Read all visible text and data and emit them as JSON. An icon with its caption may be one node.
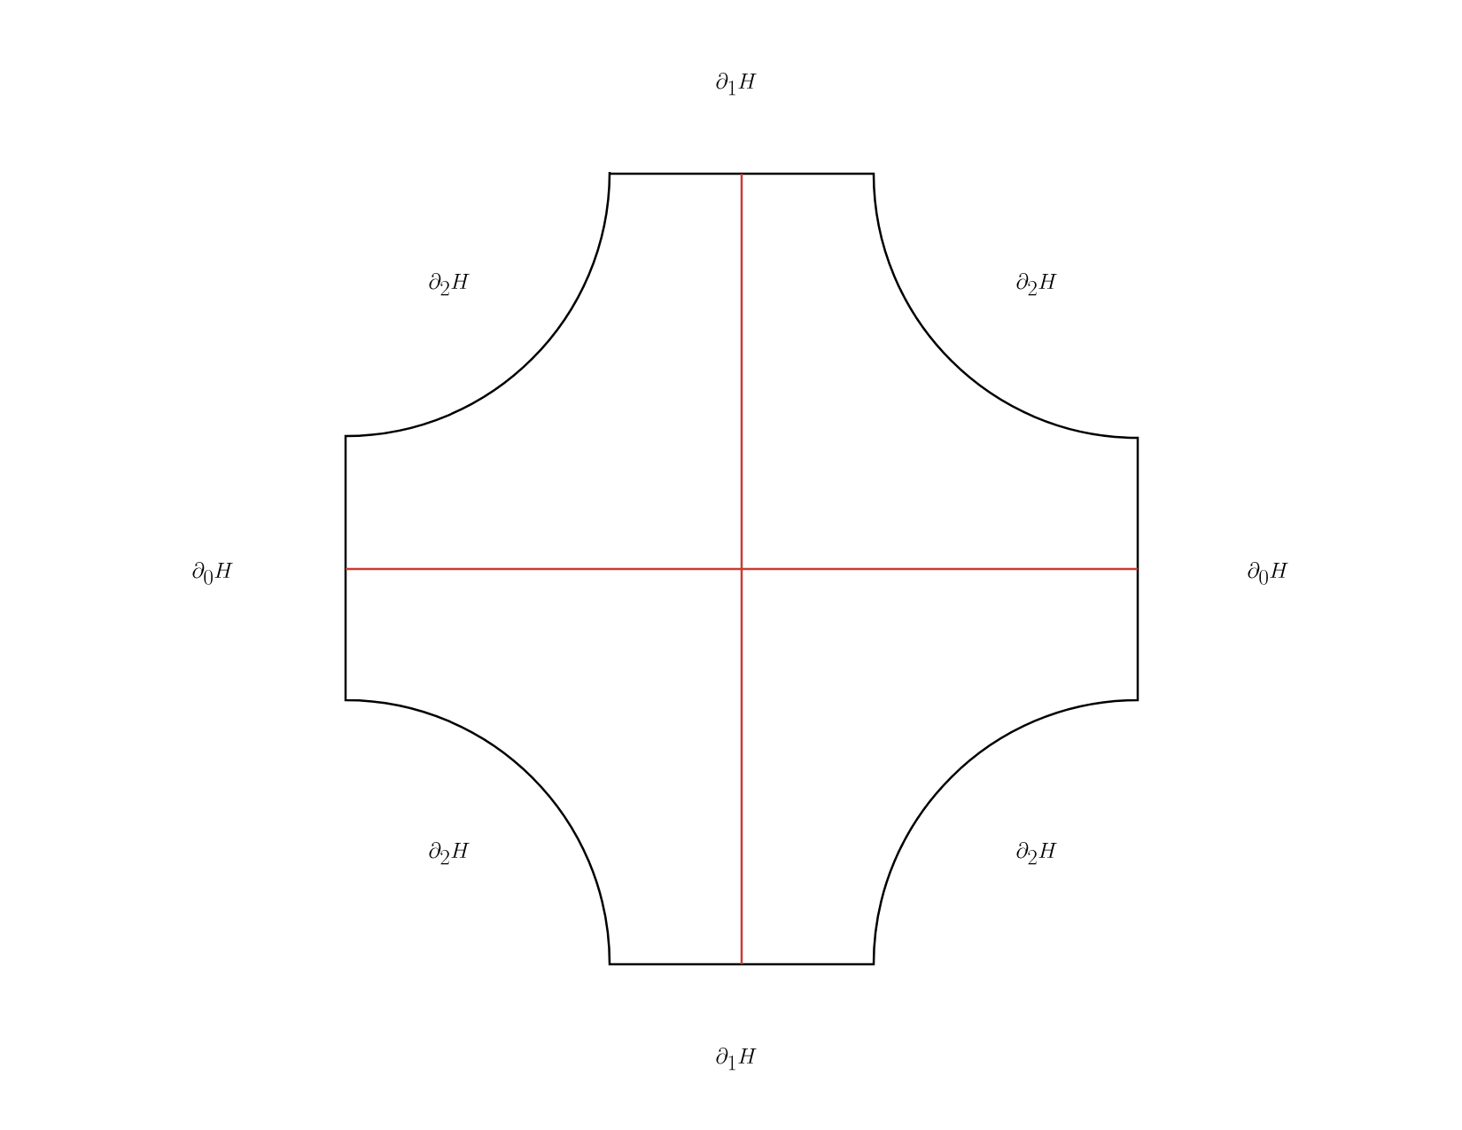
{
  "diagram": {
    "labels": [
      "\\partial_1 H",
      "\\partial_2 H",
      "\\partial_2 H",
      "\\partial_0 H",
      "\\partial_0 H",
      "\\partial_2 H",
      "\\partial_2 H",
      "\\partial_1 H"
    ]
  }
}
